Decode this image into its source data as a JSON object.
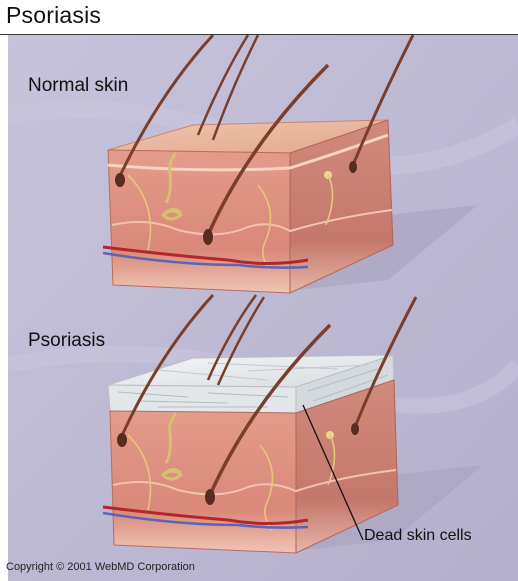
{
  "title": "Psoriasis",
  "labels": {
    "normal": "Normal skin",
    "psoriasis": "Psoriasis",
    "dead_cells": "Dead skin cells"
  },
  "copyright": "Copyright © 2001 WebMD Corporation",
  "colors": {
    "background": "#bdb9d3",
    "skin_top": "#e8b49a",
    "skin_front": "#d98879",
    "skin_side": "#c4786c",
    "dermis_base": "#f2c9bb",
    "dead_cells": "#e9ecee",
    "hair": "#7a3e2c",
    "artery": "#b3262b",
    "vein": "#5a64b8",
    "nerve": "#e5c77a"
  }
}
